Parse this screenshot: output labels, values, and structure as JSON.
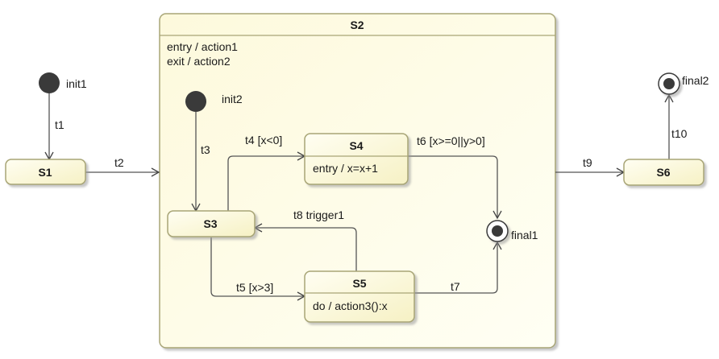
{
  "diagram": {
    "type": "state-machine",
    "colors": {
      "state_fill": "#fdfbe0",
      "state_border": "#a8a576",
      "composite_fill": "#fffde9",
      "pseudostate": "#3a3a3a",
      "edge": "#555555"
    },
    "states": {
      "S1": {
        "name": "S1"
      },
      "S2": {
        "name": "S2",
        "entry": "entry / action1",
        "exit": "exit / action2"
      },
      "S3": {
        "name": "S3"
      },
      "S4": {
        "name": "S4",
        "behavior": "entry / x=x+1"
      },
      "S5": {
        "name": "S5",
        "behavior": "do / action3():x"
      },
      "S6": {
        "name": "S6"
      }
    },
    "pseudostates": {
      "init1": {
        "label": "init1",
        "kind": "initial"
      },
      "init2": {
        "label": "init2",
        "kind": "initial"
      },
      "final1": {
        "label": "final1",
        "kind": "final"
      },
      "final2": {
        "label": "final2",
        "kind": "final"
      }
    },
    "transitions": {
      "t1": {
        "label": "t1",
        "from": "init1",
        "to": "S1"
      },
      "t2": {
        "label": "t2",
        "from": "S1",
        "to": "S2"
      },
      "t3": {
        "label": "t3",
        "from": "init2",
        "to": "S3"
      },
      "t4": {
        "label": "t4 [x<0]",
        "from": "S3",
        "to": "S4"
      },
      "t5": {
        "label": "t5 [x>3]",
        "from": "S3",
        "to": "S5"
      },
      "t6": {
        "label": "t6 [x>=0||y>0]",
        "from": "S4",
        "to": "final1"
      },
      "t7": {
        "label": "t7",
        "from": "S5",
        "to": "final1"
      },
      "t8": {
        "label": "t8 trigger1",
        "from": "S5",
        "to": "S3"
      },
      "t9": {
        "label": "t9",
        "from": "S2",
        "to": "S6"
      },
      "t10": {
        "label": "t10",
        "from": "S6",
        "to": "final2"
      }
    }
  }
}
